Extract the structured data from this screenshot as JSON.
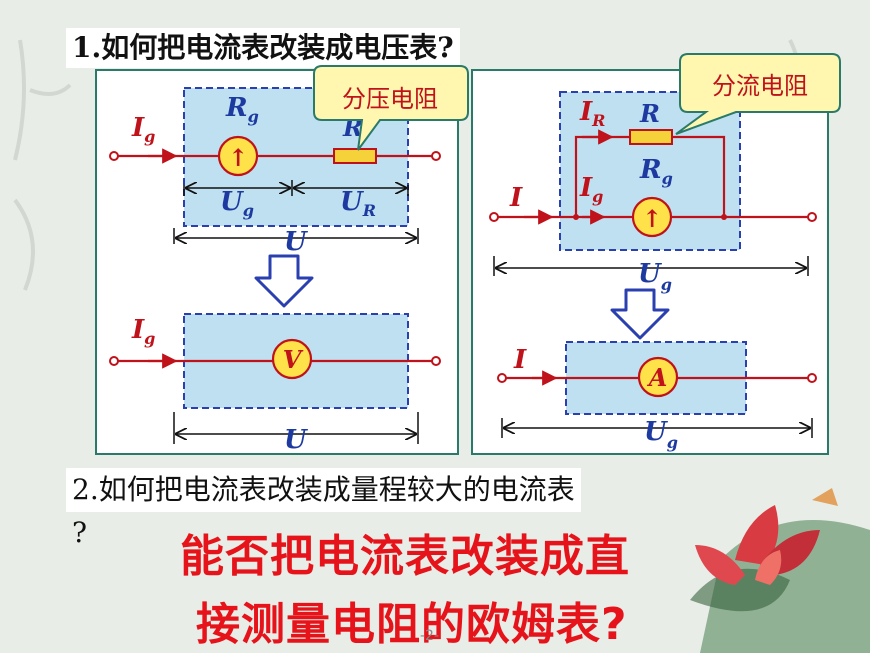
{
  "question1": "1.如何把电流表改装成电压表?",
  "question2_line1": "2.如何把电流表改装成量程较大的电流表",
  "question2_line2": "?",
  "ask_line1": "能否把电流表改装成直",
  "ask_line2": "接测量电阻的欧姆表?",
  "page_number": "-2-",
  "left_panel": {
    "callout": "分压电阻",
    "current": "I",
    "current_sub": "g",
    "galv_label": "R",
    "galv_label_sub": "g",
    "galv_symbol": "↑",
    "resistor_label": "R",
    "ug": "U",
    "ug_sub": "g",
    "ur": "U",
    "ur_sub": "R",
    "total": "U",
    "meter_symbol": "V",
    "current2": "I",
    "current2_sub": "g",
    "total2": "U"
  },
  "right_panel": {
    "callout": "分流电阻",
    "branch_current": "I",
    "branch_current_sub": "R",
    "resistor_label": "R",
    "galv_label": "R",
    "galv_label_sub": "g",
    "galv_current": "I",
    "galv_current_sub": "g",
    "galv_symbol": "↑",
    "main_current": "I",
    "voltage": "U",
    "voltage_sub": "g",
    "meter_symbol": "A",
    "main_current2": "I",
    "voltage2": "U",
    "voltage2_sub": "g"
  },
  "colors": {
    "panel_bg": "#ffffff",
    "panel_border": "#2a7a6a",
    "box_fill": "#bfe0f0",
    "box_dash": "#2a3fb0",
    "wire": "#c0121a",
    "meter_fill": "#ffe24a",
    "resistor_fill": "#f5d23a",
    "callout_fill": "#fff7b0",
    "label_red": "#c0121a",
    "label_blue": "#1d3aa0",
    "arrow_fill": "#ffffff",
    "arrow_stroke": "#2a3fb0",
    "big_red": "#e6141a"
  }
}
